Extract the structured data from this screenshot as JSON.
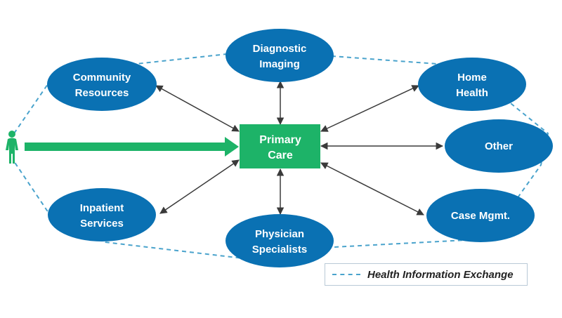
{
  "diagram": {
    "center": {
      "lines": [
        "Primary",
        "Care"
      ]
    },
    "nodes": [
      {
        "id": "diagnostic-imaging",
        "lines": [
          "Diagnostic",
          "Imaging"
        ]
      },
      {
        "id": "community-resources",
        "lines": [
          "Community",
          "Resources"
        ]
      },
      {
        "id": "home-health",
        "lines": [
          "Home",
          "Health"
        ]
      },
      {
        "id": "other",
        "lines": [
          "Other"
        ]
      },
      {
        "id": "case-mgmt",
        "lines": [
          "Case Mgmt."
        ]
      },
      {
        "id": "inpatient-services",
        "lines": [
          "Inpatient",
          "Services"
        ]
      },
      {
        "id": "physician-specialists",
        "lines": [
          "Physician",
          "Specialists"
        ]
      }
    ],
    "patient_icon": "person-icon",
    "legend": {
      "label": "Health Information Exchange"
    },
    "colors": {
      "node_fill": "#0a71b3",
      "center_fill": "#1db368",
      "patient_arrow": "#1db368",
      "connector": "#3a3a3a",
      "exchange_line": "#4aa3cc"
    }
  }
}
